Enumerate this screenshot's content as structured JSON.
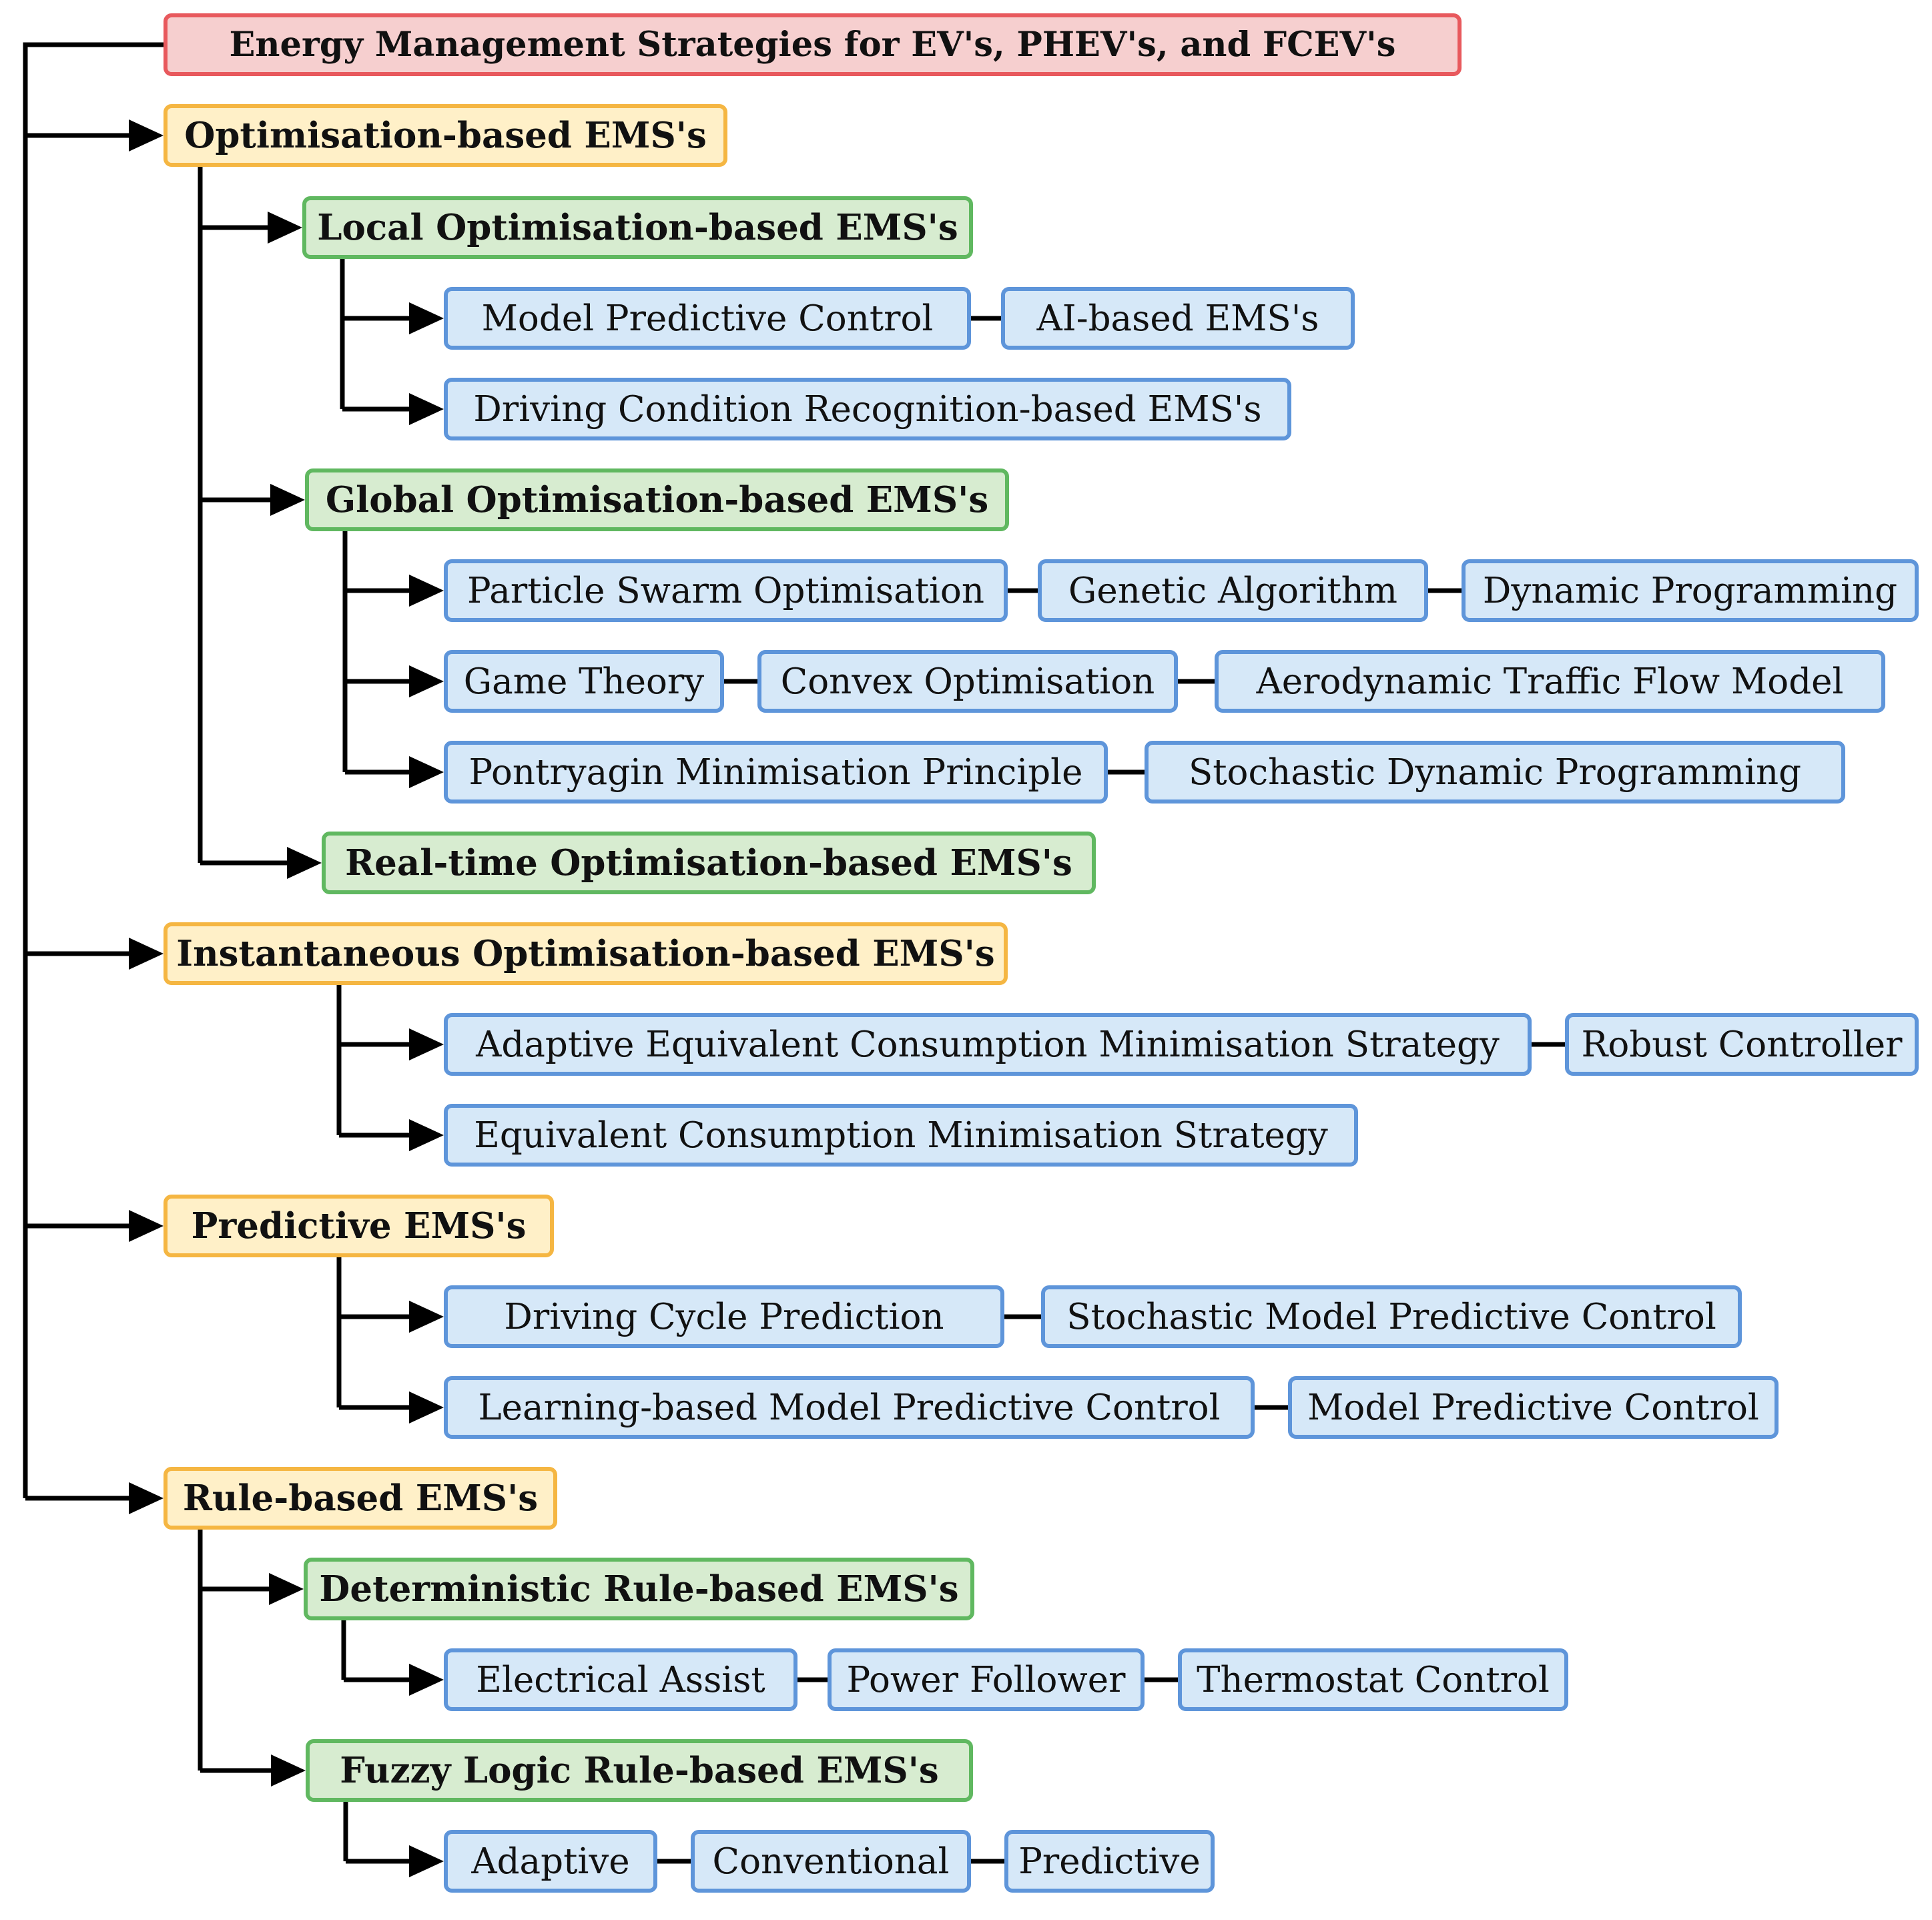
{
  "root": {
    "id": "root",
    "label": "Energy Management Strategies for EV's, PHEV's, and FCEV's"
  },
  "categories": [
    {
      "id": "cat-optimisation",
      "label": "Optimisation-based EMS's",
      "subcategories": [
        {
          "id": "sub-local",
          "label": "Local Optimisation-based EMS's",
          "rows": [
            [
              {
                "id": "leaf-mpc-local",
                "label": "Model Predictive Control"
              },
              {
                "id": "leaf-ai",
                "label": "AI-based EMS's"
              }
            ],
            [
              {
                "id": "leaf-dcr",
                "label": "Driving Condition Recognition-based EMS's"
              }
            ]
          ]
        },
        {
          "id": "sub-global",
          "label": "Global Optimisation-based EMS's",
          "rows": [
            [
              {
                "id": "leaf-pso",
                "label": "Particle Swarm Optimisation"
              },
              {
                "id": "leaf-ga",
                "label": "Genetic Algorithm"
              },
              {
                "id": "leaf-dp",
                "label": "Dynamic Programming"
              }
            ],
            [
              {
                "id": "leaf-game",
                "label": "Game Theory"
              },
              {
                "id": "leaf-convex",
                "label": "Convex Optimisation"
              },
              {
                "id": "leaf-aero",
                "label": "Aerodynamic Traffic Flow Model"
              }
            ],
            [
              {
                "id": "leaf-pmp",
                "label": "Pontryagin Minimisation Principle"
              },
              {
                "id": "leaf-sdp",
                "label": "Stochastic Dynamic Programming"
              }
            ]
          ]
        },
        {
          "id": "sub-realtime",
          "label": "Real-time Optimisation-based EMS's",
          "rows": []
        }
      ]
    },
    {
      "id": "cat-instantaneous",
      "label": "Instantaneous Optimisation-based EMS's",
      "rows": [
        [
          {
            "id": "leaf-aecms",
            "label": "Adaptive Equivalent Consumption Minimisation Strategy"
          },
          {
            "id": "leaf-robust",
            "label": "Robust Controller"
          }
        ],
        [
          {
            "id": "leaf-ecms",
            "label": "Equivalent Consumption Minimisation Strategy"
          }
        ]
      ]
    },
    {
      "id": "cat-predictive",
      "label": "Predictive EMS's",
      "rows": [
        [
          {
            "id": "leaf-dcp",
            "label": "Driving Cycle Prediction"
          },
          {
            "id": "leaf-smpc",
            "label": "Stochastic Model Predictive Control"
          }
        ],
        [
          {
            "id": "leaf-lmpc",
            "label": "Learning-based Model Predictive Control"
          },
          {
            "id": "leaf-mpc-pred",
            "label": "Model Predictive Control"
          }
        ]
      ]
    },
    {
      "id": "cat-rule",
      "label": "Rule-based EMS's",
      "subcategories": [
        {
          "id": "sub-deterministic",
          "label": "Deterministic Rule-based EMS's",
          "rows": [
            [
              {
                "id": "leaf-ea",
                "label": "Electrical Assist"
              },
              {
                "id": "leaf-pf",
                "label": "Power Follower"
              },
              {
                "id": "leaf-thermo",
                "label": "Thermostat Control"
              }
            ]
          ]
        },
        {
          "id": "sub-fuzzy",
          "label": "Fuzzy Logic Rule-based EMS's",
          "rows": [
            [
              {
                "id": "leaf-adaptive",
                "label": "Adaptive"
              },
              {
                "id": "leaf-conventional",
                "label": "Conventional"
              },
              {
                "id": "leaf-predictive",
                "label": "Predictive"
              }
            ]
          ]
        }
      ]
    }
  ]
}
